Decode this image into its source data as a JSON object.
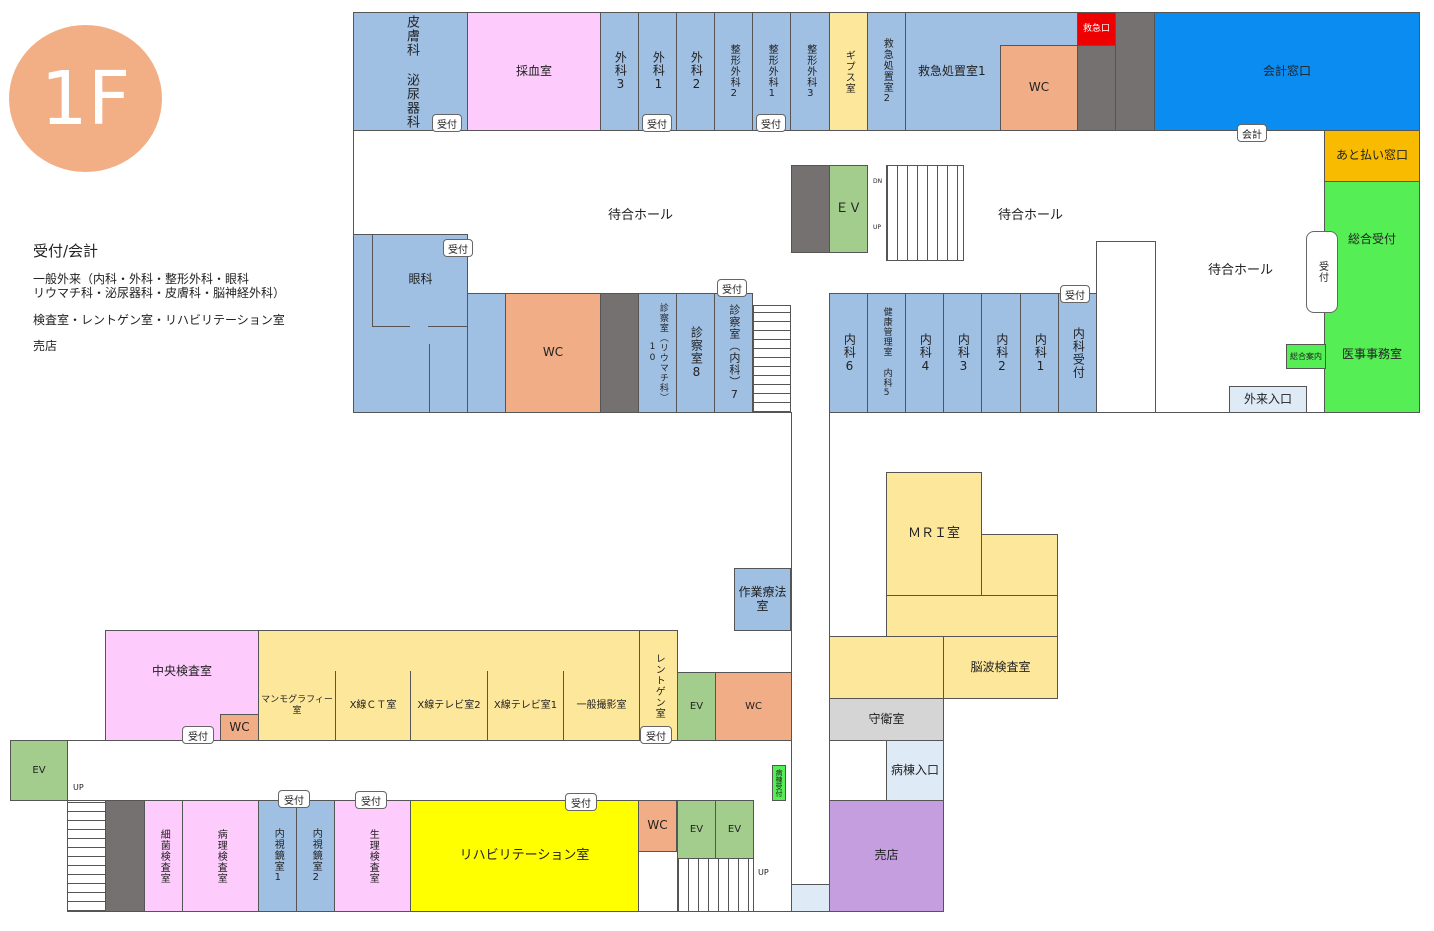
{
  "floor": "1F",
  "legend": {
    "title": "受付/会計",
    "line1": "一般外来（内科・外科・整形外科・眼科",
    "line2": "リウマチ科・泌尿器科・皮膚科・脳神経外科）",
    "line3": "検査室・レントゲン室・リハビリテーション室",
    "line4": "売店"
  },
  "rooms": {
    "urology_derma": "皮膚科 泌尿器科",
    "blood": "採血室",
    "surgery3": "外科3",
    "surgery1": "外科1",
    "surgery2": "外科2",
    "ortho2": "整形外科2",
    "ortho1": "整形外科1",
    "ortho3": "整形外科3",
    "cast": "ギプス室",
    "er2": "救急処置室2",
    "er1": "救急処置室1",
    "wc": "WC",
    "er_entrance": "救急口",
    "cashier": "会計窓口",
    "deferred_pay": "あと払い窓口",
    "general_reception": "総合受付",
    "medical_office": "医事事務室",
    "info": "総合案内",
    "outpatient_entrance": "外来入口",
    "waiting_hall": "待合ホール",
    "ev": "ＥＶ",
    "ev_small": "EV",
    "ophthalmology": "眼科",
    "exam10": "診察室（リウマチ科）10",
    "exam8": "診察室8",
    "exam7": "診察室（内科）7",
    "int6": "内科6",
    "health5": "健康管理室 内科5",
    "int4": "内科4",
    "int3": "内科3",
    "int2": "内科2",
    "int1": "内科1",
    "int_reception": "内科受付",
    "ot": "作業療法室",
    "mri": "ＭＲＩ室",
    "eeg": "脳波検査室",
    "guard": "守衛室",
    "ward_entrance": "病棟入口",
    "shop": "売店",
    "central_lab": "中央検査室",
    "mammo": "マンモグラフィー室",
    "xct": "X線ＣＴ室",
    "xtv2": "X線テレビ室2",
    "xtv1": "X線テレビ室1",
    "general_xray": "一般撮影室",
    "xray": "レントゲン室",
    "bacteria": "細菌検査室",
    "pathology": "病理検査室",
    "endo1": "内視鏡室1",
    "endo2": "内視鏡室2",
    "physio": "生理検査室",
    "rehab": "リハビリテーション室",
    "ward_reception": "病棟受付"
  },
  "tags": {
    "reception": "受付",
    "cashier": "会計",
    "up": "UP",
    "dn": "DN"
  },
  "colors": {
    "clinic": "#9fbfe3",
    "lab": "#fdccfc",
    "wc": "#f1ad85",
    "service": "#747170",
    "imaging": "#fde79a",
    "elevator": "#a3cd8c",
    "reception": "#55ee55",
    "cashier": "#0a8cf0",
    "er_entrance": "#ee0000",
    "rehab": "#ffff00",
    "shop": "#c59ee0"
  }
}
